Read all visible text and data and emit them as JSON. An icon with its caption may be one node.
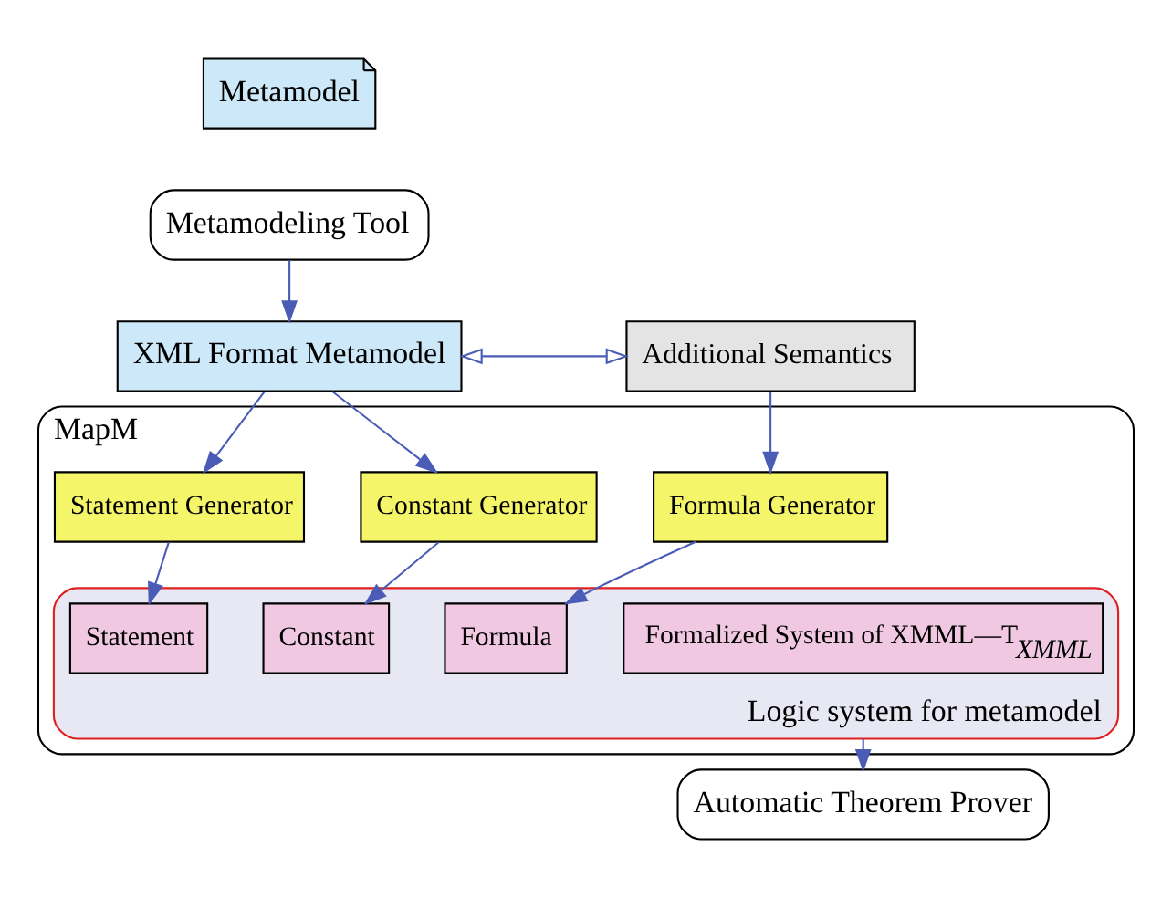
{
  "diagram": {
    "nodes": [
      {
        "text": [
          "Metamodel"
        ]
      },
      {
        "text": [
          "Metamodeling Tool"
        ]
      },
      {
        "text": [
          "XML Format Metamodel"
        ]
      },
      {
        "text": [
          "Additional Semantics"
        ]
      },
      {
        "text": [
          "MapM"
        ]
      },
      {
        "text": [
          "Constant Generator"
        ],
        "in": 4
      },
      {
        "text": [
          "Statement Generator"
        ],
        "in": 4
      },
      {
        "text": [
          "Formula Generator"
        ],
        "in": 4
      },
      {
        "text": [
          "Logic system for metamodel"
        ],
        "in": 4
      },
      {
        "text": [
          "Formalized System of XMML—T$_{XMML}$"
        ],
        "in": 8
      },
      {
        "text": [
          "Constant"
        ],
        "in": 8
      },
      {
        "text": [
          "Statement"
        ],
        "in": 8
      },
      {
        "text": [
          "Formula"
        ],
        "in": 8
      },
      {
        "text": [
          "Automatic Theorem Prover"
        ]
      }
    ],
    "edges": [
      {
        "from": 1,
        "to": 2,
        "arrow": "to"
      },
      {
        "from": 2,
        "to": 3,
        "arrow": "both"
      },
      {
        "from": 2,
        "to": 5,
        "arrow": "to"
      },
      {
        "from": 2,
        "to": 6,
        "arrow": "to"
      },
      {
        "from": 3,
        "to": 7,
        "arrow": "to"
      },
      {
        "from": 5,
        "to": 10,
        "arrow": "to"
      },
      {
        "from": 6,
        "to": 11,
        "arrow": "to"
      },
      {
        "from": 7,
        "to": 12,
        "arrow": "to"
      },
      {
        "from": 8,
        "to": 13,
        "arrow": "to"
      }
    ]
  }
}
